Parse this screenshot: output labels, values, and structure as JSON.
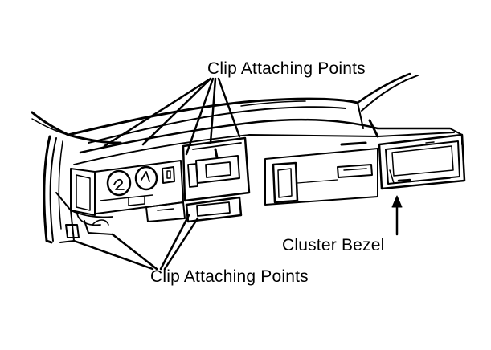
{
  "labels": {
    "clip_top": "Clip Attaching Points",
    "clip_bottom": "Clip Attaching Points",
    "cluster_bezel": "Cluster Bezel"
  },
  "colors": {
    "ink": "#000000",
    "background": "#ffffff"
  }
}
